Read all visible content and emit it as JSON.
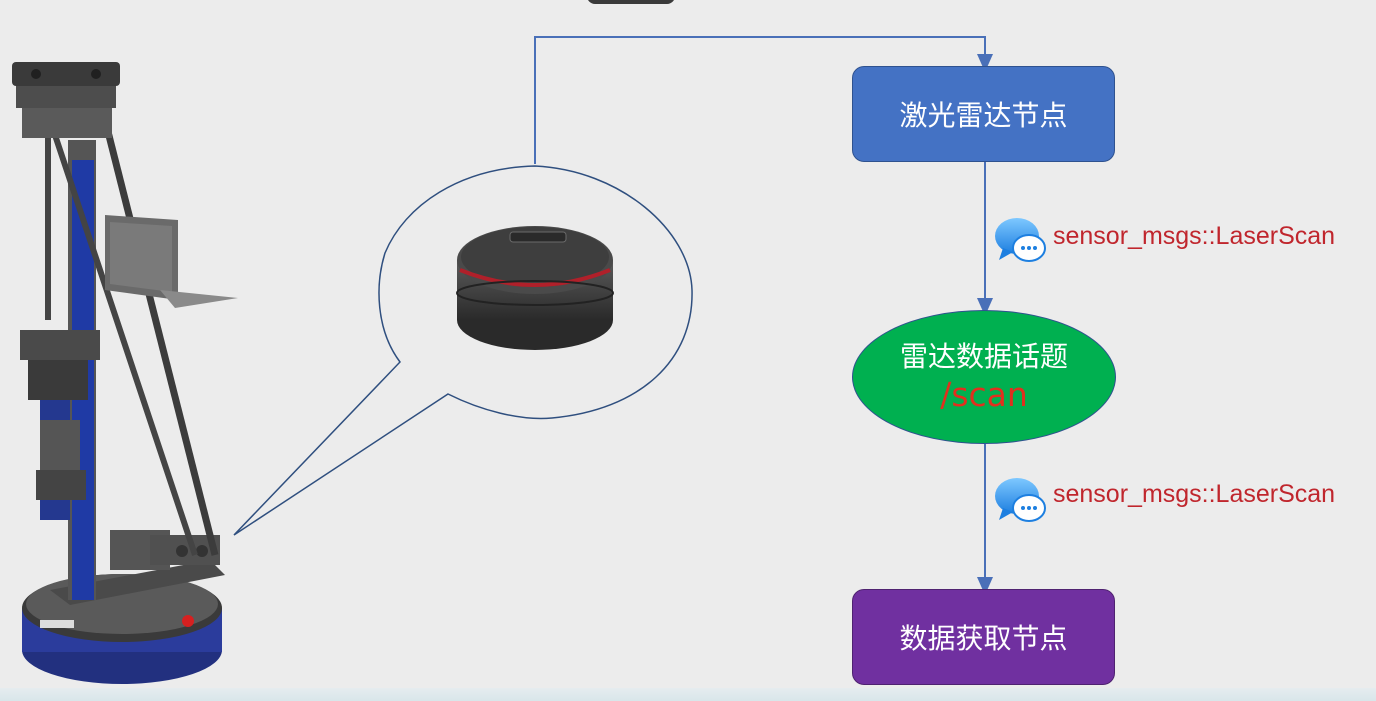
{
  "nodes": {
    "laser_node": "激光雷达节点",
    "topic_title": "雷达数据话题",
    "topic_name": "/scan",
    "receiver_node": "数据获取节点"
  },
  "messages": {
    "msg_type_1": "sensor_msgs::LaserScan",
    "msg_type_2": "sensor_msgs::LaserScan"
  },
  "colors": {
    "laser_node": "#4472c4",
    "topic": "#00b050",
    "receiver_node": "#7030a0",
    "message_text": "#c0262d",
    "topic_name_text": "#e0301e",
    "connector": "#4a70b8",
    "robot_base": "#2b3c9c"
  },
  "icons": {
    "message_icon": "chat-bubble-icon",
    "robot": "robot-illustration",
    "lidar": "lidar-sensor-illustration"
  }
}
